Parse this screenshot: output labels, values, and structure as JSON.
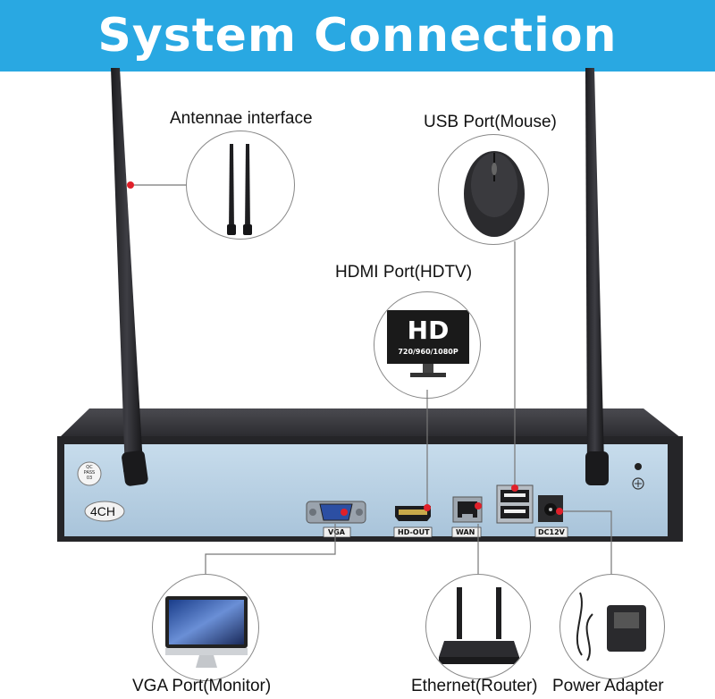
{
  "header": {
    "title": "System  Connection"
  },
  "labels": {
    "antennae": "Antennae interface",
    "usb": "USB Port(Mouse)",
    "hdmi": "HDMI Port(HDTV)",
    "vga": "VGA Port(Monitor)",
    "ethernet": "Ethernet(Router)",
    "power": "Power Adapter"
  },
  "hd_screen": {
    "big": "HD",
    "small": "720/960/1080P"
  },
  "device": {
    "channel_label": "4CH",
    "qc_sticker": [
      "QC",
      "PASS",
      "03"
    ],
    "ports": {
      "vga": "VGA",
      "hdmi": "HD-OUT",
      "wan": "WAN",
      "dc": "DC12V"
    }
  },
  "colors": {
    "banner": "#29a8e2",
    "marker": "#e0202a",
    "panel": "#b8d2e6",
    "chassis": "#2f2f33"
  }
}
